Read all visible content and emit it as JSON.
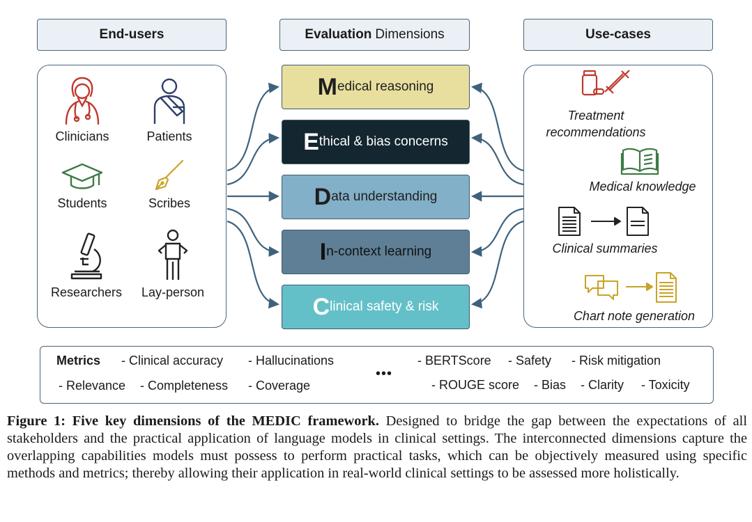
{
  "headers": {
    "end_users": "End-users",
    "evaluation_bold": "Evaluation",
    "evaluation_rest": "Dimensions",
    "use_cases": "Use-cases"
  },
  "end_users": [
    {
      "label": "Clinicians",
      "icon": "clinician-icon",
      "color": "#c0392b"
    },
    {
      "label": "Patients",
      "icon": "patient-icon",
      "color": "#2c3e6b"
    },
    {
      "label": "Students",
      "icon": "graduation-cap-icon",
      "color": "#3f7a45"
    },
    {
      "label": "Scribes",
      "icon": "fountain-pen-icon",
      "color": "#c9a227"
    },
    {
      "label": "Researchers",
      "icon": "microscope-icon",
      "color": "#222222"
    },
    {
      "label": "Lay-person",
      "icon": "person-icon",
      "color": "#222222"
    }
  ],
  "dimensions": [
    {
      "letter": "M",
      "rest": "edical reasoning",
      "bg": "#e8df9f",
      "fg": "#1f1f1f"
    },
    {
      "letter": "E",
      "rest": "thical & bias concerns",
      "bg": "#14262f",
      "fg": "#ffffff"
    },
    {
      "letter": "D",
      "rest": "ata understanding",
      "bg": "#82b0c8",
      "fg": "#1f1f1f"
    },
    {
      "letter": "I",
      "rest": "n-context learning",
      "bg": "#5f7f96",
      "fg": "#111111"
    },
    {
      "letter": "C",
      "rest": "linical safety & risk",
      "bg": "#64c0c8",
      "fg": "#ffffff"
    }
  ],
  "use_cases": [
    {
      "label_line1": "Treatment",
      "label_line2": "recommendations",
      "icon": "pill-syringe-icon",
      "color": "#c0392b"
    },
    {
      "label": "Medical knowledge",
      "icon": "open-book-icon",
      "color": "#3f7a45"
    },
    {
      "label": "Clinical summaries",
      "icon": "document-to-summary-icon",
      "color": "#222222"
    },
    {
      "label": "Chart note generation",
      "icon": "chat-to-note-icon",
      "color": "#c9a227"
    }
  ],
  "metrics": {
    "title": "Metrics",
    "row1_left": [
      "- Clinical accuracy",
      "- Hallucinations"
    ],
    "row2_left": [
      "- Relevance",
      "- Completeness",
      "- Coverage"
    ],
    "ellipsis": "•••",
    "row1_right": [
      "- BERTScore",
      "- Safety",
      "- Risk mitigation"
    ],
    "row2_right": [
      "- ROUGE score",
      "- Bias",
      "- Clarity",
      "- Toxicity"
    ]
  },
  "caption": {
    "bold": "Figure 1: Five key dimensions of the MEDIC framework.",
    "text": "Designed to bridge the gap between the expectations of all stakeholders and the practical application of language models in clinical settings. The interconnected dimensions capture the overlapping capabilities models must possess to perform practical tasks, which can be objectively measured using specific methods and metrics; thereby allowing their application in real-world clinical settings to be assessed more holistically."
  },
  "colors": {
    "border": "#4b6478",
    "arrow": "#3f627c",
    "header_bg": "#eaf0f5"
  }
}
